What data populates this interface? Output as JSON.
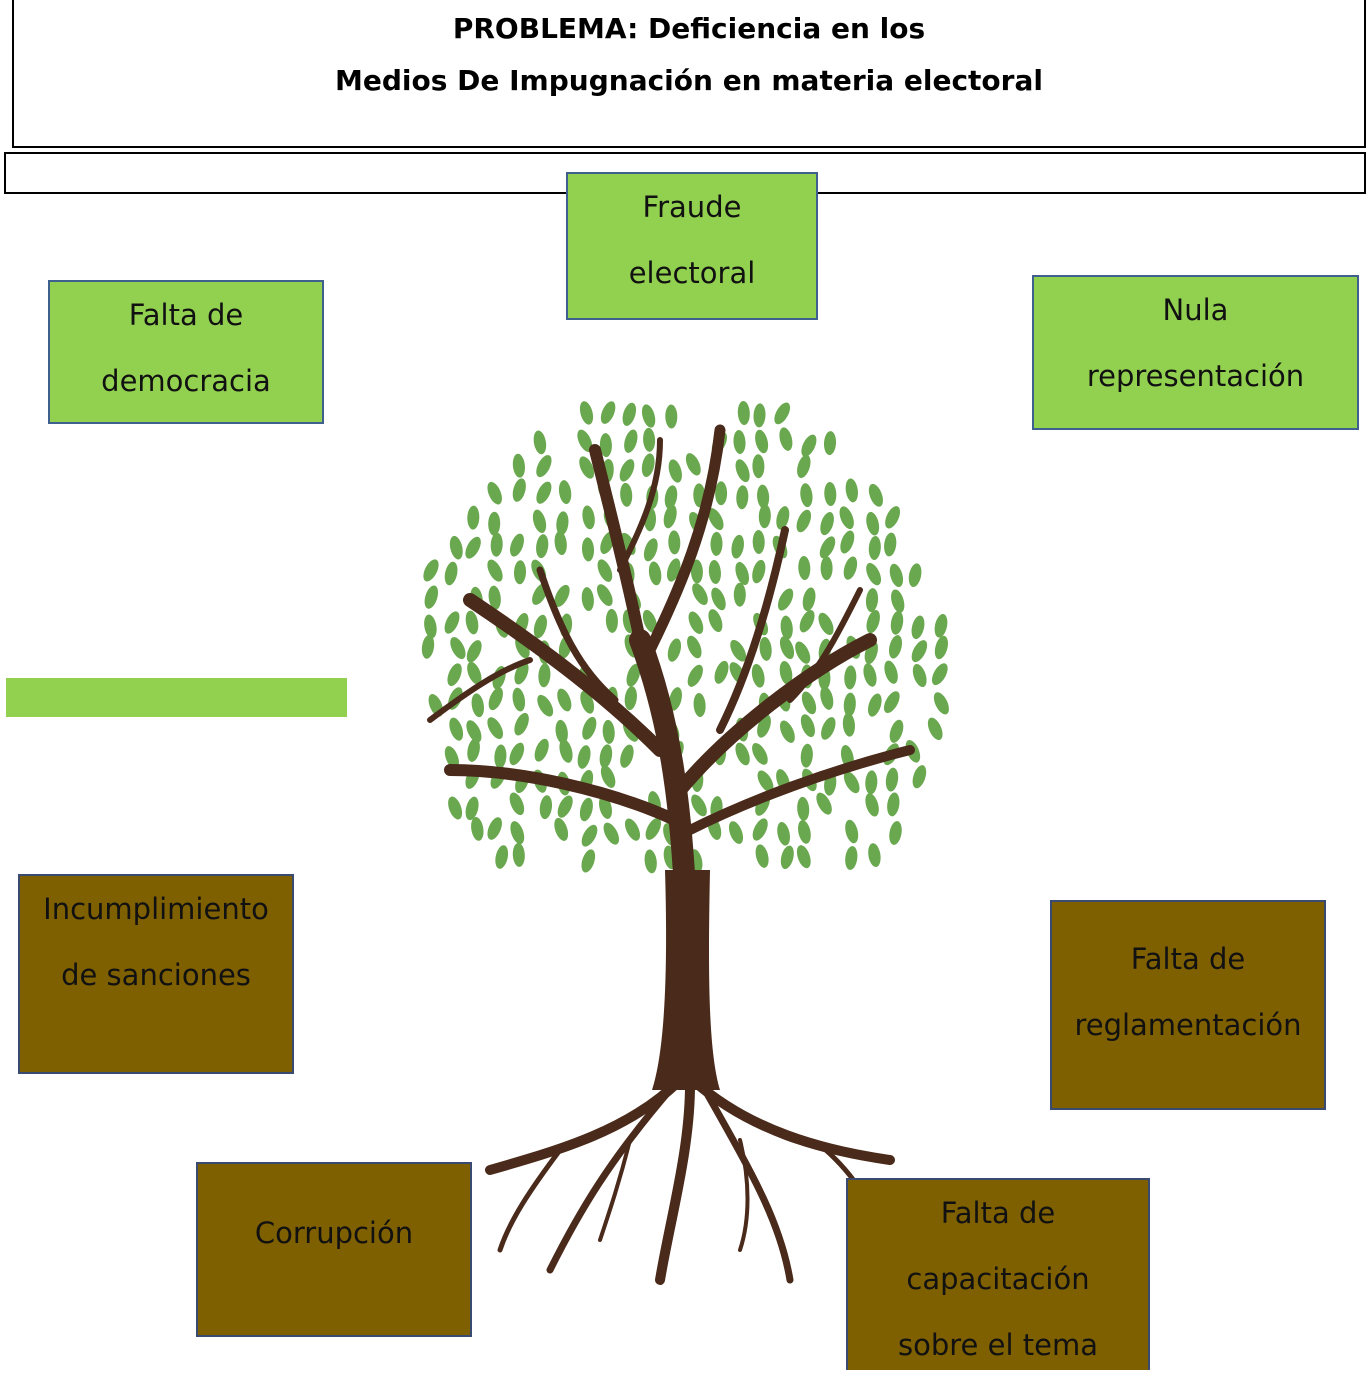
{
  "title": {
    "line1": "PROBLEMA: Deficiencia en los",
    "line2": "Medios De Impugnación en materia electoral"
  },
  "effects": [
    {
      "line1": "Fraude",
      "line2": "electoral"
    },
    {
      "line1": "Falta de",
      "line2": "democracia"
    },
    {
      "line1": "Nula",
      "line2": "representación"
    }
  ],
  "causes": [
    {
      "line1": "Incumplimiento",
      "line2": "de sanciones"
    },
    {
      "line1": "Falta de",
      "line2": "reglamentación"
    },
    {
      "line1": "Corrupción"
    },
    {
      "line1": "Falta de",
      "line2": "capacitación",
      "line3": "sobre el tema"
    }
  ],
  "colors": {
    "effect_box": "#92d050",
    "cause_box": "#7f6000",
    "trunk": "#4a2a1a",
    "leaf": "#6aa84f"
  },
  "tree_image": "tree-with-roots-illustration"
}
